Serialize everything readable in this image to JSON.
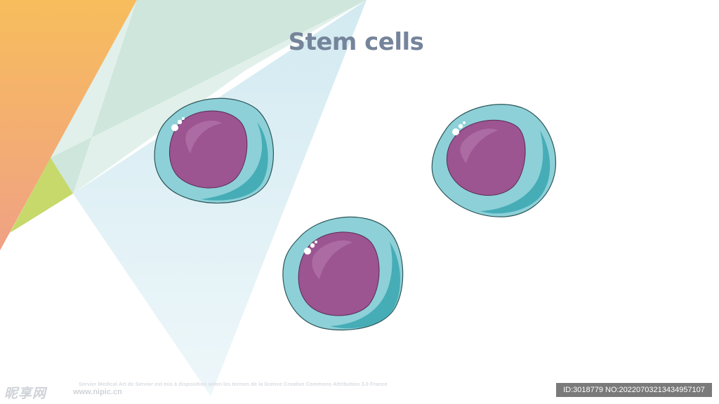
{
  "title": "Stem cells",
  "credit": "Servier Medical Art de Servier est mis à disposition selon les termes de la licence Creative Commons Attribution 3.0 France",
  "watermark": {
    "logo": "昵享网",
    "url": "www.nipic.cn",
    "id": "ID:3018779 NO:20220703213434957107"
  },
  "colors": {
    "title": "#75849b",
    "cytoplasm": "#8dd0d8",
    "cytoplasm_dark": "#3aa7b2",
    "nucleus": "#9c5591",
    "nucleus_light": "#b070a8",
    "orange": "#f6b65e",
    "salmon": "#f0a080",
    "lime": "#c6d96a",
    "mint": "#cfe6da",
    "light_blue": "#d7ecf2"
  },
  "icons": [
    "cell-icon"
  ]
}
